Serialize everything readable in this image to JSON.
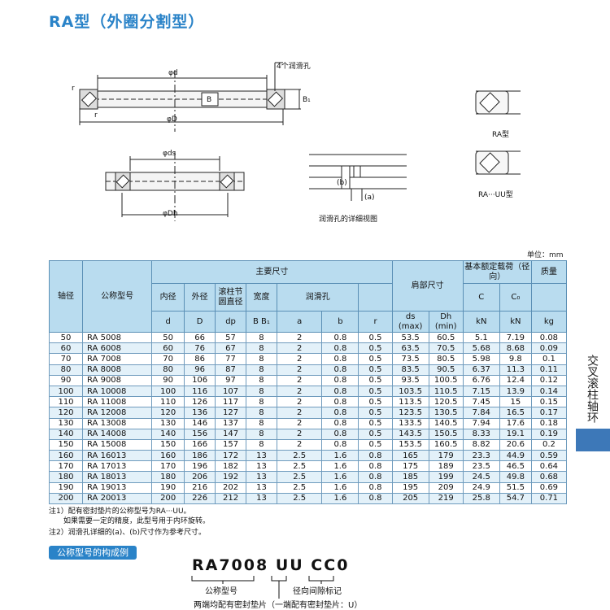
{
  "title": "RA型（外圈分割型）",
  "side_tab": "交叉滚柱轴环",
  "unit_label": "单位：mm",
  "drawings": {
    "d_label": "φd",
    "D_label": "φD",
    "B_label": "B",
    "B1_label": "B₁",
    "r_label": "r",
    "lube_holes": "4个润滑孔",
    "ds_label": "φds",
    "Dh_label": "φDh",
    "a_label": "(a)",
    "b_label": "(b)",
    "detail_caption": "润滑孔的详细视图",
    "ra_caption": "RA型",
    "rauu_caption": "RA···UU型"
  },
  "table": {
    "group_headers": {
      "shaft_dia": "轴径",
      "model": "公称型号",
      "main_dims": "主要尺寸",
      "shoulder": "肩部尺寸",
      "load_rating": "基本额定载荷（径向）",
      "mass": "质量"
    },
    "sub_headers": {
      "inner": "内径",
      "outer": "外径",
      "roller_pitch": "滚柱节圆直径",
      "width": "宽度",
      "lube_hole": "润滑孔",
      "C": "C",
      "C0": "C₀"
    },
    "unit_row": {
      "d": "d",
      "D": "D",
      "dp": "dp",
      "B": "B  B₁",
      "a": "a",
      "b": "b",
      "r": "r",
      "ds": "ds (max)",
      "Dh": "Dh (min)",
      "kN1": "kN",
      "kN2": "kN",
      "kg": "kg"
    },
    "rows": [
      [
        "50",
        "RA 5008",
        "50",
        "66",
        "57",
        "8",
        "2",
        "0.8",
        "0.5",
        "53.5",
        "60.5",
        "5.1",
        "7.19",
        "0.08"
      ],
      [
        "60",
        "RA 6008",
        "60",
        "76",
        "67",
        "8",
        "2",
        "0.8",
        "0.5",
        "63.5",
        "70.5",
        "5.68",
        "8.68",
        "0.09"
      ],
      [
        "70",
        "RA 7008",
        "70",
        "86",
        "77",
        "8",
        "2",
        "0.8",
        "0.5",
        "73.5",
        "80.5",
        "5.98",
        "9.8",
        "0.1"
      ],
      [
        "80",
        "RA 8008",
        "80",
        "96",
        "87",
        "8",
        "2",
        "0.8",
        "0.5",
        "83.5",
        "90.5",
        "6.37",
        "11.3",
        "0.11"
      ],
      [
        "90",
        "RA 9008",
        "90",
        "106",
        "97",
        "8",
        "2",
        "0.8",
        "0.5",
        "93.5",
        "100.5",
        "6.76",
        "12.4",
        "0.12"
      ],
      [
        "100",
        "RA 10008",
        "100",
        "116",
        "107",
        "8",
        "2",
        "0.8",
        "0.5",
        "103.5",
        "110.5",
        "7.15",
        "13.9",
        "0.14"
      ],
      [
        "110",
        "RA 11008",
        "110",
        "126",
        "117",
        "8",
        "2",
        "0.8",
        "0.5",
        "113.5",
        "120.5",
        "7.45",
        "15",
        "0.15"
      ],
      [
        "120",
        "RA 12008",
        "120",
        "136",
        "127",
        "8",
        "2",
        "0.8",
        "0.5",
        "123.5",
        "130.5",
        "7.84",
        "16.5",
        "0.17"
      ],
      [
        "130",
        "RA 13008",
        "130",
        "146",
        "137",
        "8",
        "2",
        "0.8",
        "0.5",
        "133.5",
        "140.5",
        "7.94",
        "17.6",
        "0.18"
      ],
      [
        "140",
        "RA 14008",
        "140",
        "156",
        "147",
        "8",
        "2",
        "0.8",
        "0.5",
        "143.5",
        "150.5",
        "8.33",
        "19.1",
        "0.19"
      ],
      [
        "150",
        "RA 15008",
        "150",
        "166",
        "157",
        "8",
        "2",
        "0.8",
        "0.5",
        "153.5",
        "160.5",
        "8.82",
        "20.6",
        "0.2"
      ],
      [
        "160",
        "RA 16013",
        "160",
        "186",
        "172",
        "13",
        "2.5",
        "1.6",
        "0.8",
        "165",
        "179",
        "23.3",
        "44.9",
        "0.59"
      ],
      [
        "170",
        "RA 17013",
        "170",
        "196",
        "182",
        "13",
        "2.5",
        "1.6",
        "0.8",
        "175",
        "189",
        "23.5",
        "46.5",
        "0.64"
      ],
      [
        "180",
        "RA 18013",
        "180",
        "206",
        "192",
        "13",
        "2.5",
        "1.6",
        "0.8",
        "185",
        "199",
        "24.5",
        "49.8",
        "0.68"
      ],
      [
        "190",
        "RA 19013",
        "190",
        "216",
        "202",
        "13",
        "2.5",
        "1.6",
        "0.8",
        "195",
        "209",
        "24.9",
        "51.5",
        "0.69"
      ],
      [
        "200",
        "RA 20013",
        "200",
        "226",
        "212",
        "13",
        "2.5",
        "1.6",
        "0.8",
        "205",
        "219",
        "25.8",
        "54.7",
        "0.71"
      ]
    ]
  },
  "notes": {
    "n1a": "注1）配有密封垫片的公称型号为RA···UU。",
    "n1b": "如果需要一定的精度，此型号用于内环旋转。",
    "n2": "注2）润滑孔详细的(a)、(b)尺寸作为参考尺寸。"
  },
  "example": {
    "tag": "公称型号的构成例",
    "code": "RA7008 UU CC0",
    "label_model": "公称型号",
    "label_clearance": "径向间隙标记",
    "label_seal": "两端均配有密封垫片（一端配有密封垫片：U）"
  }
}
